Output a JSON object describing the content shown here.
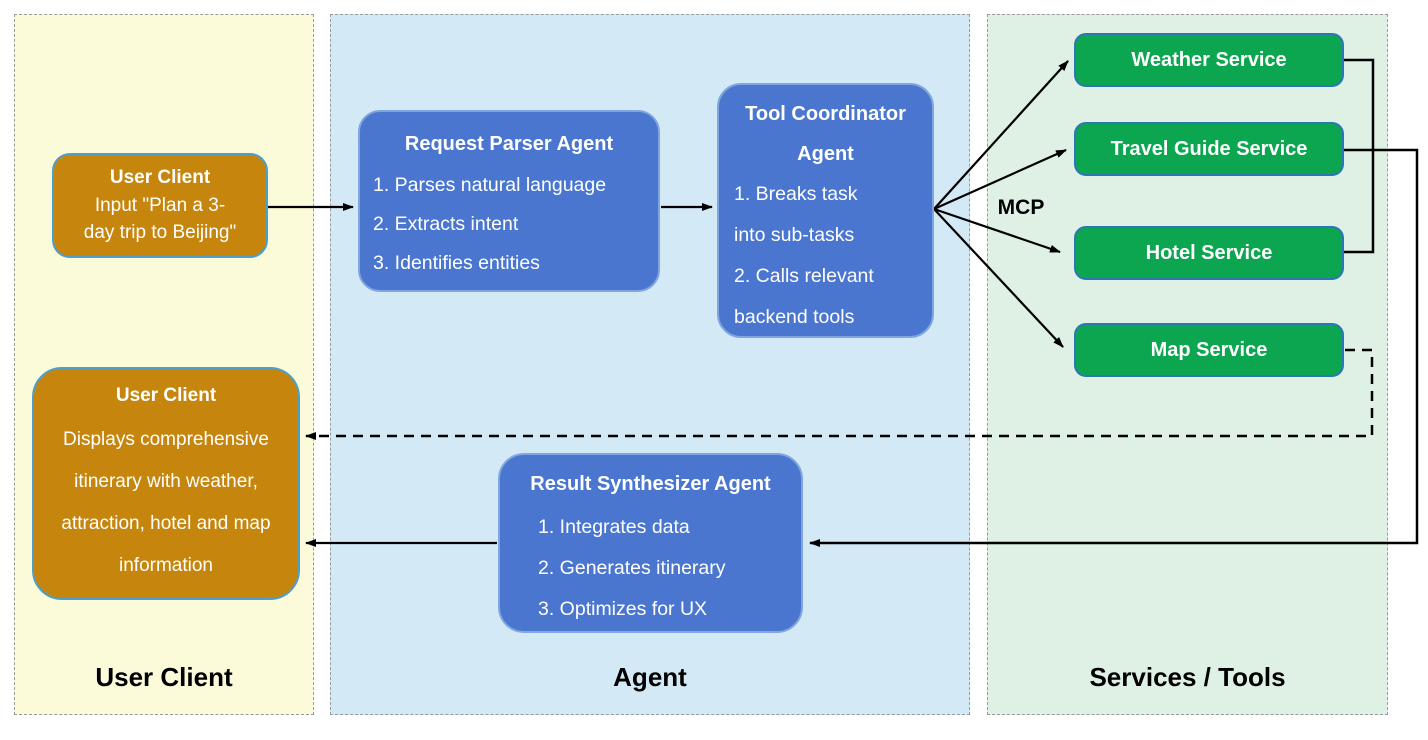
{
  "diagram": {
    "lanes": {
      "user_client": {
        "label": "User Client"
      },
      "agent": {
        "label": "Agent"
      },
      "services": {
        "label": "Services / Tools"
      }
    },
    "nodes": {
      "user_client_top": {
        "title": "User Client",
        "lines": [
          "Input \"Plan a 3-",
          "day trip to Beijing\""
        ]
      },
      "request_parser": {
        "title": "Request Parser Agent",
        "items": [
          "1. Parses natural language",
          "2. Extracts intent",
          "3. Identifies entities"
        ]
      },
      "tool_coordinator": {
        "title_lines": [
          "Tool Coordinator",
          "Agent"
        ],
        "items": [
          "1. Breaks task",
          "into sub-tasks",
          "2. Calls relevant",
          "backend tools"
        ]
      },
      "result_synthesizer": {
        "title": "Result Synthesizer Agent",
        "items": [
          "1. Integrates data",
          "2. Generates itinerary",
          "3. Optimizes for UX"
        ]
      },
      "user_client_bottom": {
        "title": "User Client",
        "lines": [
          "Displays comprehensive",
          "itinerary with weather,",
          "attraction, hotel and map",
          "information"
        ]
      },
      "weather_service": {
        "title": "Weather Service"
      },
      "travel_guide_service": {
        "title": "Travel Guide Service"
      },
      "hotel_service": {
        "title": "Hotel Service"
      },
      "map_service": {
        "title": "Map Service"
      }
    },
    "labels": {
      "mcp": "MCP"
    },
    "colors": {
      "lane_user_client_bg": "#fbfbd9",
      "lane_agent_bg": "#d3eaf6",
      "lane_services_bg": "#def1e4",
      "client_node_fill": "#c6860d",
      "client_node_border": "#4e9fc9",
      "agent_node_fill": "#4a76d0",
      "agent_node_border": "#7fa6de",
      "service_node_fill": "#0ba64f",
      "service_node_border": "#2e75b6",
      "connector": "#000000",
      "lane_border": "#9a9a9a"
    }
  }
}
